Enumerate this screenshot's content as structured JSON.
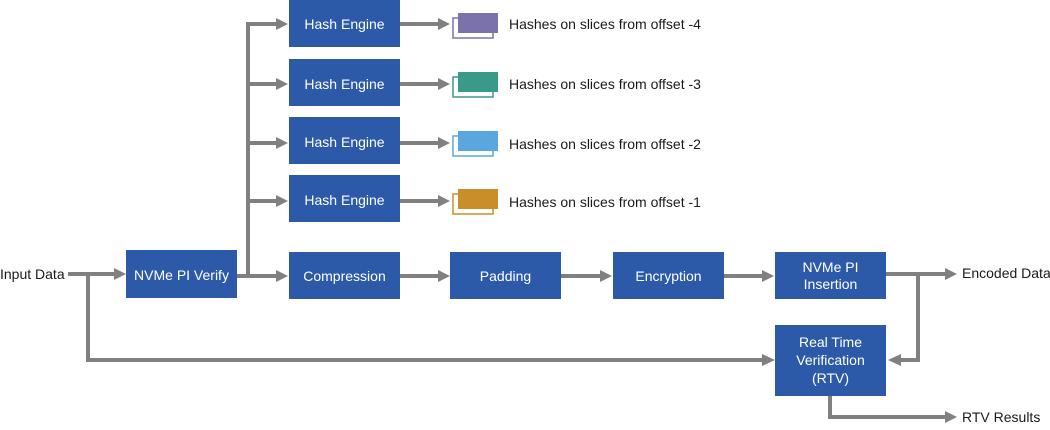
{
  "labels": {
    "input": "Input Data",
    "encoded": "Encoded Data",
    "rtv_results": "RTV Results"
  },
  "boxes": {
    "hash_engine": "Hash Engine",
    "nvme_verify": "NVMe PI Verify",
    "compression": "Compression",
    "padding": "Padding",
    "encryption": "Encryption",
    "nvme_insert": [
      "NVMe PI",
      "Insertion"
    ],
    "rtv": [
      "Real Time",
      "Verification",
      "(RTV)"
    ]
  },
  "hash_outputs": [
    {
      "text": "Hashes on slices from offset -4",
      "color": "#7b72ab"
    },
    {
      "text": "Hashes on slices from offset -3",
      "color": "#3a9a8a"
    },
    {
      "text": "Hashes on slices from offset -2",
      "color": "#5aa6de"
    },
    {
      "text": "Hashes on slices from offset -1",
      "color": "#c98d2a"
    }
  ],
  "colors": {
    "box": "#2d5aa8",
    "arrow": "#808080"
  }
}
